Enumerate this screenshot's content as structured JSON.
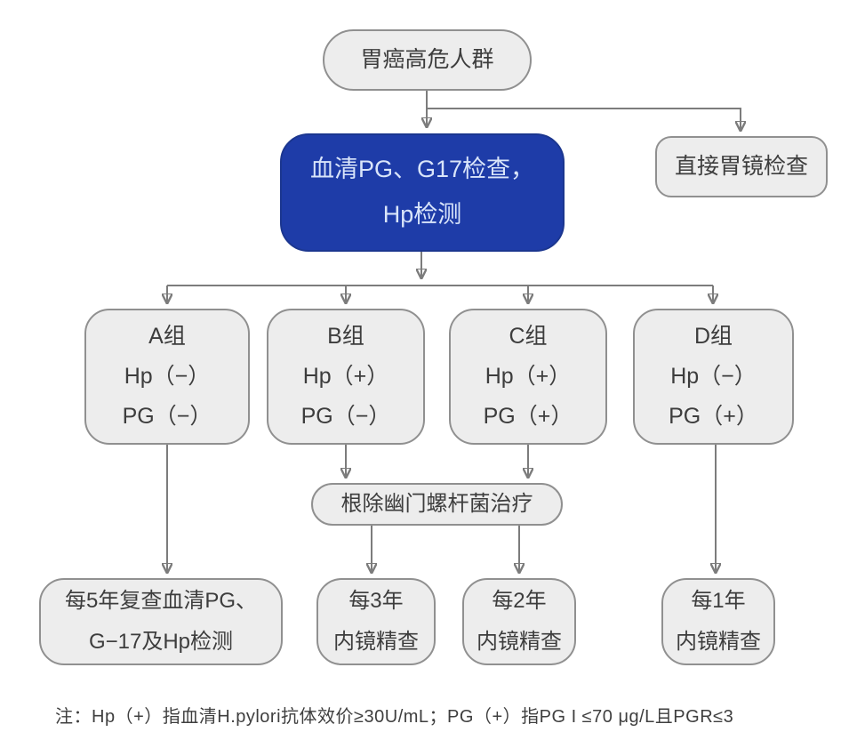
{
  "diagram": {
    "type": "flowchart",
    "language": "zh-CN",
    "topic": "胃癌高危人群筛查流程"
  },
  "colors": {
    "node_fill": "#ededed",
    "node_border": "#909090",
    "accent_fill": "#1e3ca8",
    "accent_text": "#d9e5fa",
    "text": "#3d3d3d",
    "connector": "#7c7c7c",
    "background": "#ffffff"
  },
  "nodes": {
    "start": {
      "label": "胃癌高危人群"
    },
    "serum_test": {
      "line1": "血清PG、G17检查，",
      "line2": "Hp检测"
    },
    "direct_gastroscopy": {
      "label": "直接胃镜检查"
    },
    "group_a": {
      "title": "A组",
      "hp": "Hp（−）",
      "pg": "PG（−）"
    },
    "group_b": {
      "title": "B组",
      "hp": "Hp（+）",
      "pg": "PG（−）"
    },
    "group_c": {
      "title": "C组",
      "hp": "Hp（+）",
      "pg": "PG（+）"
    },
    "group_d": {
      "title": "D组",
      "hp": "Hp（−）",
      "pg": "PG（+）"
    },
    "eradication": {
      "label": "根除幽门螺杆菌治疗"
    },
    "followup_a": {
      "line1": "每5年复查血清PG、",
      "line2": "G−17及Hp检测"
    },
    "followup_b": {
      "line1": "每3年",
      "line2": "内镜精查"
    },
    "followup_c": {
      "line1": "每2年",
      "line2": "内镜精查"
    },
    "followup_d": {
      "line1": "每1年",
      "line2": "内镜精查"
    }
  },
  "note": "注：Hp（+）指血清H.pylori抗体效价≥30U/mL；PG（+）指PG I ≤70 μg/L且PGR≤3"
}
